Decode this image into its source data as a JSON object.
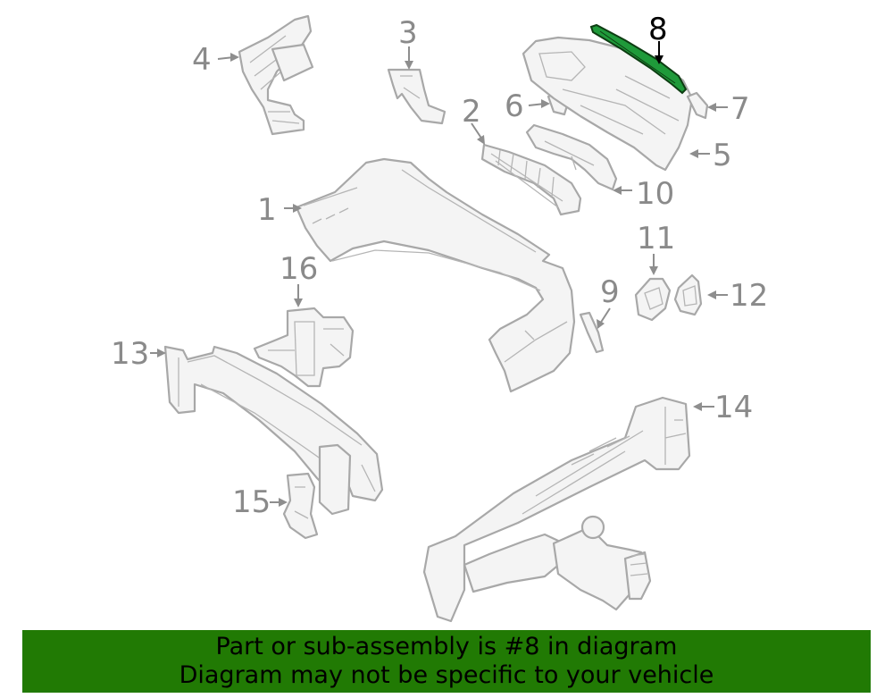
{
  "callouts": {
    "c1": "1",
    "c2": "2",
    "c3": "3",
    "c4": "4",
    "c5": "5",
    "c6": "6",
    "c7": "7",
    "c8": "8",
    "c9": "9",
    "c10": "10",
    "c11": "11",
    "c12": "12",
    "c13": "13",
    "c14": "14",
    "c15": "15",
    "c16": "16"
  },
  "highlight": {
    "part": "8",
    "color": "#1f9a3a",
    "callout_color": "#000000"
  },
  "banner": {
    "line1": "Part or sub-assembly is #8 in diagram",
    "line2": "Diagram may not be specific to your vehicle",
    "background": "#217a04"
  }
}
